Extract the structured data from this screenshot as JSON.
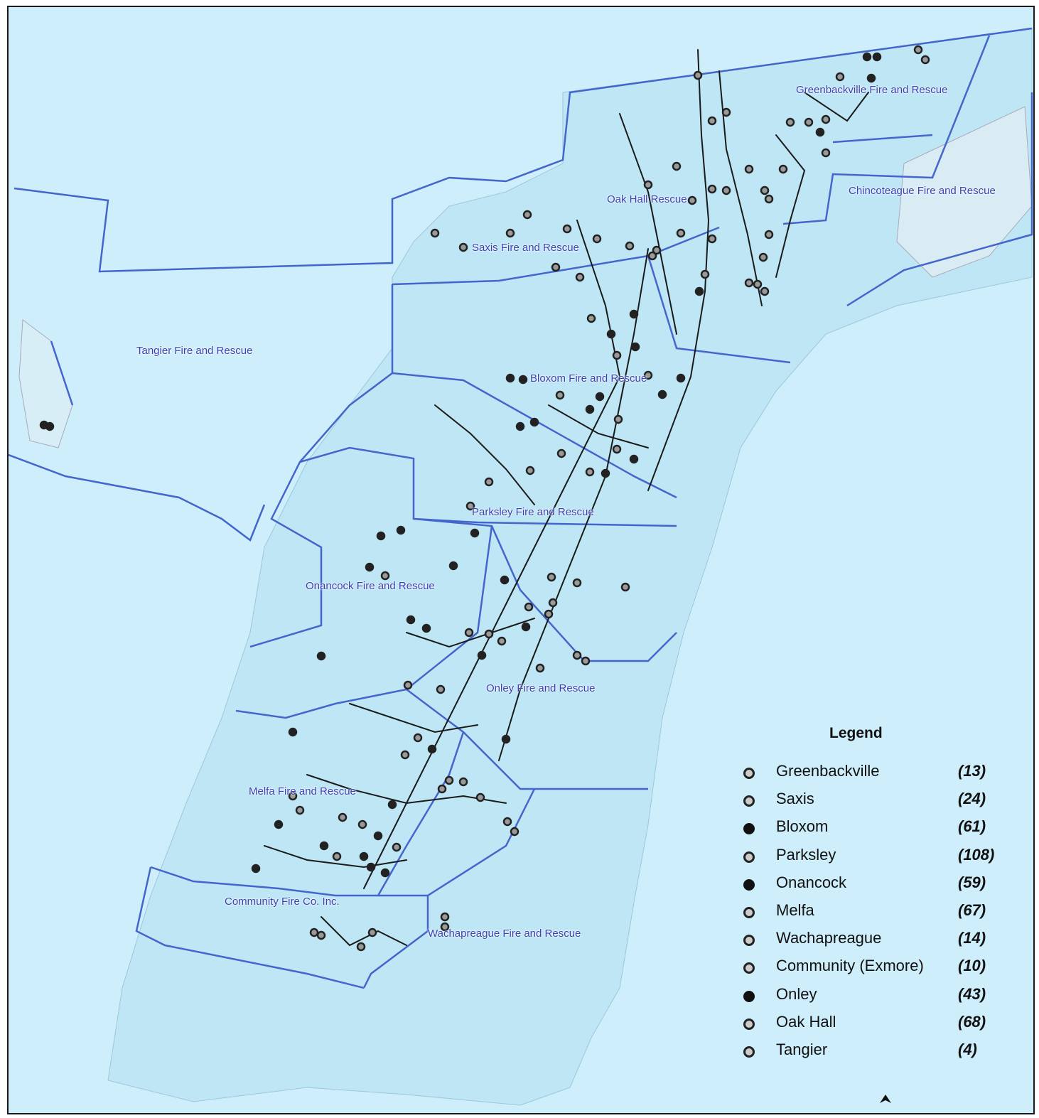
{
  "map": {
    "colors": {
      "water": "#cdeefa",
      "land": "#bfe6f4",
      "district_boundary": "#4466cc",
      "road": "#1a1a1a",
      "label": "#3a40b8",
      "incident_fill": "#9a9a9a",
      "incident_stroke": "#222222"
    },
    "district_labels": [
      {
        "id": "greenbackville",
        "text": "Greenbackville Fire and Rescue"
      },
      {
        "id": "chincoteague",
        "text": "Chincoteague Fire and Rescue"
      },
      {
        "id": "oak-hall",
        "text": "Oak Hall Rescue"
      },
      {
        "id": "saxis",
        "text": "Saxis Fire and Rescue"
      },
      {
        "id": "tangier",
        "text": "Tangier Fire and Rescue"
      },
      {
        "id": "bloxom",
        "text": "Bloxom Fire and Rescue"
      },
      {
        "id": "parksley",
        "text": "Parksley Fire and Rescue"
      },
      {
        "id": "onancock",
        "text": "Onancock Fire and Rescue"
      },
      {
        "id": "onley",
        "text": "Onley Fire and Rescue"
      },
      {
        "id": "melfa",
        "text": "Melfa Fire and Rescue"
      },
      {
        "id": "community",
        "text": "Community Fire Co. Inc."
      },
      {
        "id": "wachapreague",
        "text": "Wachapreague Fire and Rescue"
      }
    ]
  },
  "legend": {
    "title": "Legend",
    "items": [
      {
        "name": "Greenbackville",
        "count": "(13)",
        "marker": "ring"
      },
      {
        "name": "Saxis",
        "count": "(24)",
        "marker": "ring"
      },
      {
        "name": "Bloxom",
        "count": "(61)",
        "marker": "solid"
      },
      {
        "name": "Parksley",
        "count": "(108)",
        "marker": "ring"
      },
      {
        "name": "Onancock",
        "count": "(59)",
        "marker": "solid"
      },
      {
        "name": "Melfa",
        "count": "(67)",
        "marker": "ring"
      },
      {
        "name": "Wachapreague",
        "count": "(14)",
        "marker": "ring"
      },
      {
        "name": "Community (Exmore)",
        "count": "(10)",
        "marker": "ring"
      },
      {
        "name": "Onley",
        "count": "(43)",
        "marker": "solid"
      },
      {
        "name": "Oak Hall",
        "count": "(68)",
        "marker": "ring"
      },
      {
        "name": "Tangier",
        "count": "(4)",
        "marker": "ring"
      }
    ]
  }
}
